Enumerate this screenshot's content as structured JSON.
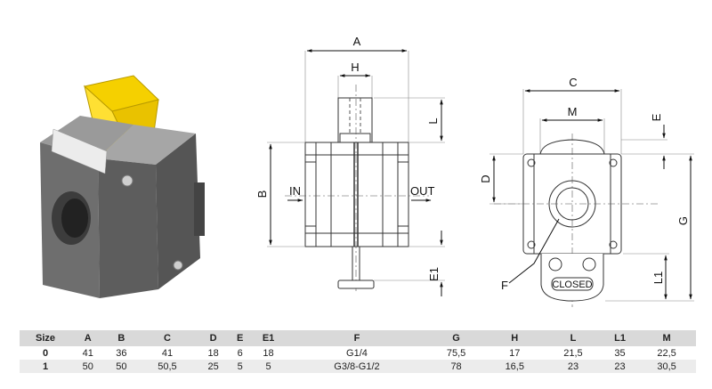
{
  "labels": {
    "A": "A",
    "H": "H",
    "L": "L",
    "B": "B",
    "E1": "E1",
    "IN": "IN",
    "OUT": "OUT",
    "C": "C",
    "M": "M",
    "E": "E",
    "D": "D",
    "G": "G",
    "L1": "L1",
    "F": "F",
    "closed": "CLOSED"
  },
  "table": {
    "headers": [
      "Size",
      "A",
      "B",
      "C",
      "D",
      "E",
      "E1",
      "F",
      "G",
      "H",
      "L",
      "L1",
      "M"
    ],
    "rows": [
      [
        "0",
        "41",
        "36",
        "41",
        "18",
        "6",
        "18",
        "G1/4",
        "75,5",
        "17",
        "21,5",
        "35",
        "22,5"
      ],
      [
        "1",
        "50",
        "50",
        "50,5",
        "25",
        "5",
        "5",
        "G3/8-G1/2",
        "78",
        "16,5",
        "23",
        "23",
        "30,5"
      ]
    ]
  }
}
